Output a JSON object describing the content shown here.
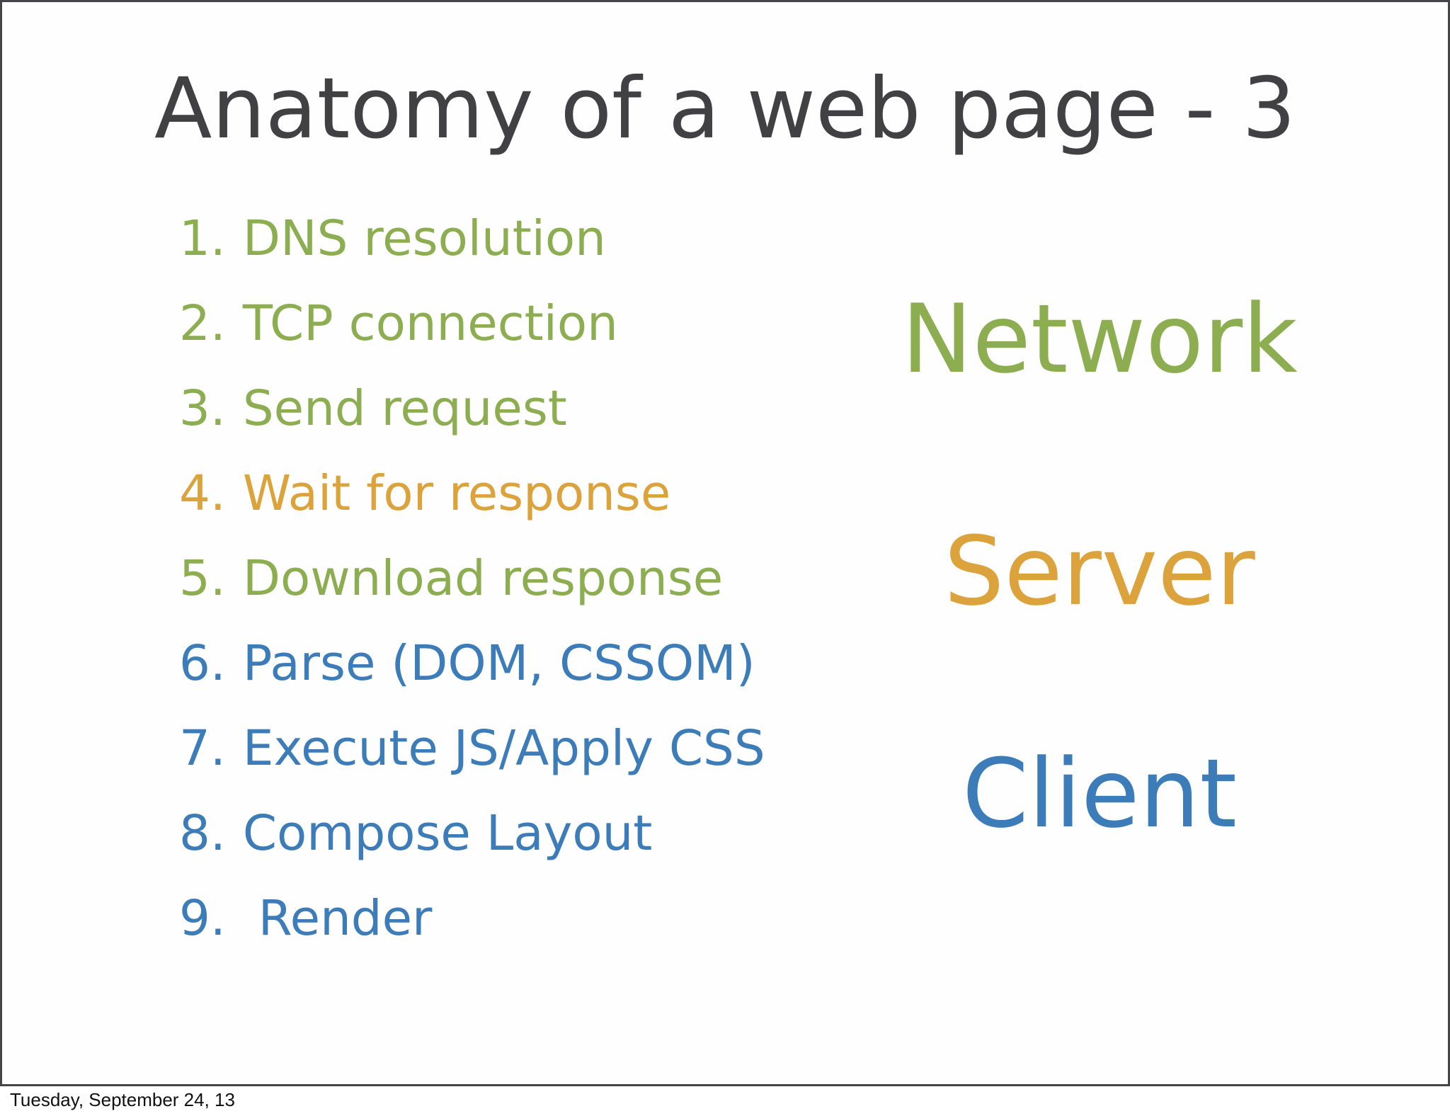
{
  "slide": {
    "title": "Anatomy of a web page - 3",
    "steps": [
      {
        "num": "1.",
        "label": "DNS resolution",
        "color": "#8CAD50"
      },
      {
        "num": "2.",
        "label": "TCP connection",
        "color": "#8CAD50"
      },
      {
        "num": "3.",
        "label": "Send request",
        "color": "#8CAD50"
      },
      {
        "num": "4.",
        "label": "Wait for response",
        "color": "#DCA33D"
      },
      {
        "num": "5.",
        "label": "Download response",
        "color": "#8CAD50"
      },
      {
        "num": "6.",
        "label": "Parse (DOM, CSSOM)",
        "color": "#3C7CB8"
      },
      {
        "num": "7.",
        "label": "Execute JS/Apply CSS",
        "color": "#3C7CB8"
      },
      {
        "num": "8.",
        "label": "Compose Layout",
        "color": "#3C7CB8"
      },
      {
        "num": "9.",
        "label": " Render",
        "color": "#3C7CB8"
      }
    ],
    "legend": [
      {
        "label": "Network",
        "color": "#8CAD50"
      },
      {
        "label": "Server",
        "color": "#DCA33D"
      },
      {
        "label": "Client",
        "color": "#3C7CB8"
      }
    ],
    "palette": {
      "network_green": "#8CAD50",
      "server_orange": "#DCA33D",
      "client_blue": "#3C7CB8",
      "title_gray": "#414042"
    }
  },
  "footer": {
    "date": "Tuesday, September 24, 13"
  }
}
